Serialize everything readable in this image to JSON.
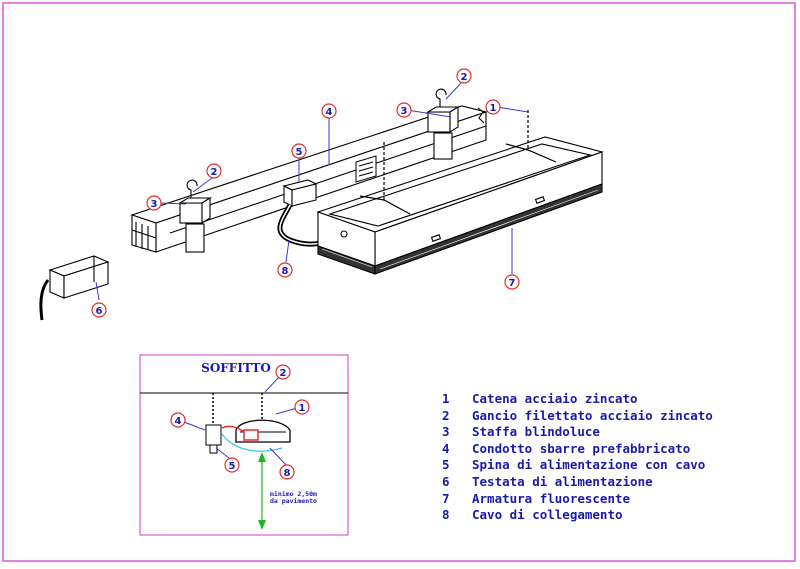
{
  "callouts": {
    "c1": "1",
    "c2": "2",
    "c3": "3",
    "c4": "4",
    "c5": "5",
    "c6": "6",
    "c7": "7",
    "c8": "8"
  },
  "inset": {
    "title": "SOFFITTO",
    "height_note_line1": "minimo 2,50m",
    "height_note_line2": "da pavimento"
  },
  "legend": [
    {
      "num": "1",
      "text": "Catena acciaio zincato"
    },
    {
      "num": "2",
      "text": "Gancio filettato acciaio zincato"
    },
    {
      "num": "3",
      "text": "Staffa blindoluce"
    },
    {
      "num": "4",
      "text": "Condotto sbarre prefabbricato"
    },
    {
      "num": "5",
      "text": "Spina di alimentazione con cavo"
    },
    {
      "num": "6",
      "text": "Testata di alimentazione"
    },
    {
      "num": "7",
      "text": "Armatura fluorescente"
    },
    {
      "num": "8",
      "text": "Cavo di collegamento"
    }
  ],
  "colors": {
    "frame": "#d85ad8",
    "callout_ring": "#e03030",
    "callout_text": "#1a1aa8",
    "leader": "#3a3ad0",
    "drawing": "#000000",
    "dimension": "#22b422",
    "cable_light": "#40c8f0"
  }
}
